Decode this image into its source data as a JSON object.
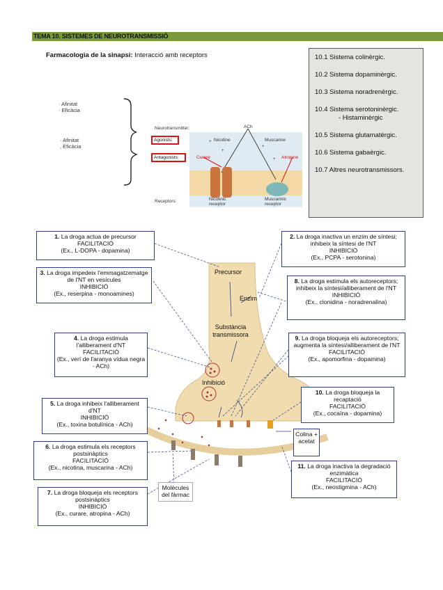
{
  "header": {
    "title": "TEMA 10. SISTEMES DE NEUROTRANSMISSIÓ"
  },
  "subtitle": {
    "bold": "Farmacologia de la sinapsi:",
    "rest": " Interacció amb receptors"
  },
  "systems": [
    "10.1 Sistema colinèrgic.",
    "10.2 Sistema dopaminèrgic.",
    "10.3 Sistema noradrenèrgic.",
    "10.4 Sistema serotoninèrgic.",
    "- Histaminèrgic",
    "10.5 Sistema glutamatèrgic.",
    "10.6 Sistema gabaèrgic.",
    "10.7 Altres neurotransmissors."
  ],
  "bracket": {
    "top": [
      "Afinitat",
      "Eficàcia"
    ],
    "bottom": [
      "Afinitat",
      "Eficàcia"
    ]
  },
  "receptor_diagram": {
    "neurotransmitter": "Neurotransmitter:",
    "ach": "ACh",
    "agonists": "Agonists:",
    "antagonists": "Antagonists:",
    "receptors": "Receptors:",
    "nicotine": "Nicotine",
    "muscarine": "Muscarine",
    "curare": "Curare",
    "atropine": "Atropine",
    "nicotinic_receptor": "Nicotinic receptor",
    "muscarinic_receptor": "Muscarinic receptor"
  },
  "synapse": {
    "precursor": "Precursor",
    "enzim": "Enzim",
    "substancia": "Substància transmissora",
    "inhibicio": "Inhibició",
    "colina": "Colina + acetat",
    "molecules": "Molècules del fàrmac"
  },
  "boxes": [
    {
      "num": "1.",
      "lines": [
        "La droga actua de precursor",
        "FACILITACIÓ",
        "(Ex., L-DOPA - dopamina)"
      ]
    },
    {
      "num": "2.",
      "lines": [
        "La droga inactiva un enzim de síntesi; inhibeix la síntesi de l'NT",
        "INHIBICIÓ",
        "(Ex., PCPA - serotonina)"
      ]
    },
    {
      "num": "3.",
      "lines": [
        "La droga impedeix l'emmagatzematge de l'NT en vesícules",
        "INHIBICIÓ",
        "(Ex., reserpina - monoamines)"
      ]
    },
    {
      "num": "4.",
      "lines": [
        "La droga estimula l'alliberament d'NT",
        "FACILITACIÓ",
        "(Ex., verí de l'aranya vídua negra - ACh)"
      ]
    },
    {
      "num": "5.",
      "lines": [
        "La droga inhibeix l'alliberament d'NT",
        "INHIBICIÓ",
        "(Ex., toxina botulínica - ACh)"
      ]
    },
    {
      "num": "6.",
      "lines": [
        "La droga estimula els receptors postsinàptics",
        "FACILITACIÓ",
        "(Ex., nicotina, muscarina - ACh)"
      ]
    },
    {
      "num": "7.",
      "lines": [
        "La droga bloqueja els receptors postsinàptics",
        "INHIBICIÓ",
        "(Ex., curare, atropina - ACh)"
      ]
    },
    {
      "num": "8.",
      "lines": [
        "La droga estimula els autoreceptors; inhibeix la síntesi/alliberament de l'NT",
        "INHIBICIÓ",
        "(Ex., clonidina - noradrenalina)"
      ]
    },
    {
      "num": "9.",
      "lines": [
        "La droga bloqueja els autoreceptors; augmenta la síntesi/alliberament de l'NT",
        "FACILITACIÓ",
        "(Ex., apomorfina - dopamina)"
      ]
    },
    {
      "num": "10.",
      "lines": [
        "La droga bloqueja la recaptació",
        "FACILITACIÓ",
        "(Ex., cocaïna - dopamina)"
      ]
    },
    {
      "num": "11.",
      "lines": [
        "La droga inactiva la degradació enzimàtica",
        "FACILITACIÓ",
        "(Ex., neostigmina - ACh)"
      ]
    }
  ],
  "colors": {
    "header": "#7a9a3a",
    "box_border": "#2b3f8c",
    "neuron": "#f0dcae",
    "red": "#d11111"
  }
}
